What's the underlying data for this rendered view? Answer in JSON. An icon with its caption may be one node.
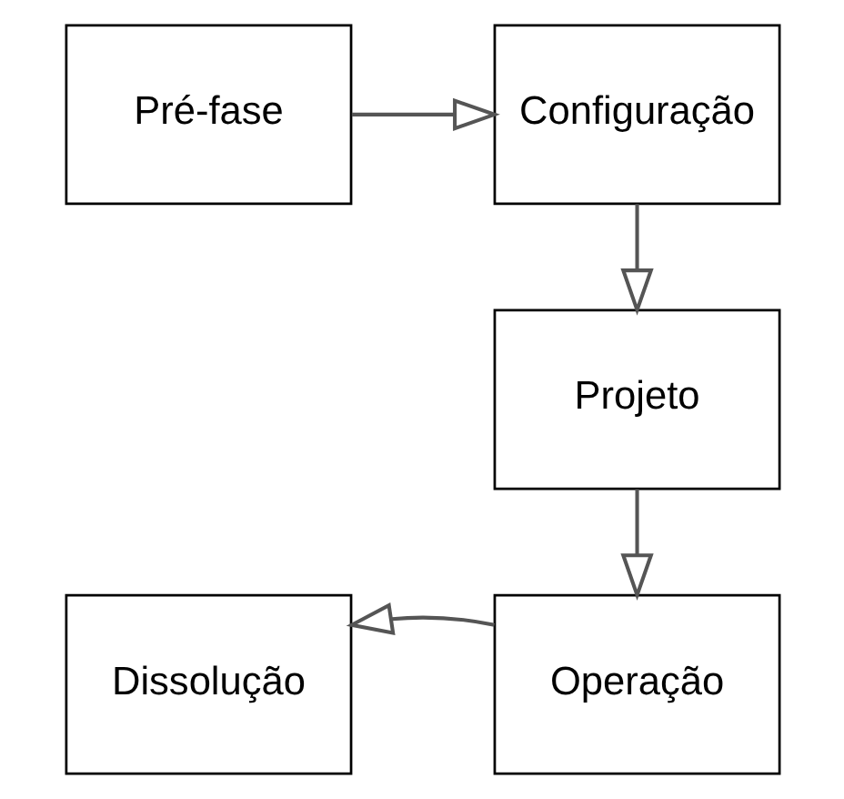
{
  "diagram": {
    "nodes": [
      {
        "text": [
          "Pré-fase"
        ]
      },
      {
        "text": [
          "Configuração"
        ]
      },
      {
        "text": [
          "Projeto"
        ]
      },
      {
        "text": [
          "Operação"
        ]
      },
      {
        "text": [
          "Dissolução"
        ]
      }
    ],
    "edges": [
      {
        "from": 0,
        "to": 1,
        "arrow": "to"
      },
      {
        "from": 1,
        "to": 2,
        "arrow": "to"
      },
      {
        "from": 2,
        "to": 3,
        "arrow": "to"
      },
      {
        "from": 3,
        "to": 4,
        "arrow": "to"
      }
    ]
  }
}
